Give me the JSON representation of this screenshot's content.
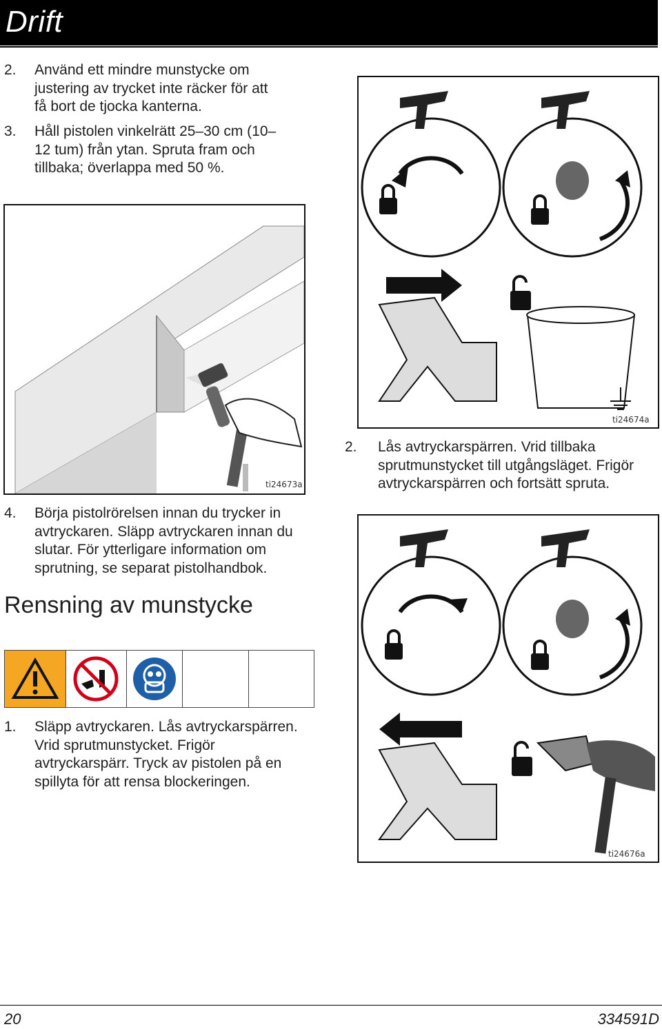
{
  "header": {
    "title": "Drift"
  },
  "steps_top": [
    {
      "num": "2.",
      "text": "Använd ett mindre munstycke om\njustering av trycket inte räcker för att\nfå bort de tjocka kanterna."
    },
    {
      "num": "3.",
      "text": "Håll pistolen vinkelrätt 25–30 cm (10–\n12 tum) från ytan. Spruta fram och\ntillbaka; överlappa med 50 %."
    },
    {
      "num": "4.",
      "text": "Börja pistolrörelsen innan du trycker in\navtryckaren. Släpp avtryckaren innan du\nslutar. För ytterligare information om\nsprutning, se separat pistolhandbok."
    }
  ],
  "section": {
    "title": "Rensning av munstycke"
  },
  "steps_right": [
    {
      "num": "2.",
      "text": "Lås avtryckarspärren. Vrid tillbaka\nsprutmunstycket till utgångsläget. Frigör\navtryckarspärren och fortsätt spruta."
    }
  ],
  "steps_bottom": [
    {
      "num": "1.",
      "text": "Släpp avtryckaren. Lås avtryckarspärren.\nVrid sprutmunstycket. Frigör\navtryckarspärr. Tryck av pistolen på en\nspillyta för att rensa blockeringen."
    }
  ],
  "figures": {
    "fig_wall": {
      "id": "ti24673a"
    },
    "fig_top_right": {
      "id": "ti24674a"
    },
    "fig_bottom_right": {
      "id": "ti24676a"
    }
  },
  "safety_icons": [
    "warning-icon",
    "no-hand-in-spray-icon",
    "wear-protection-icon"
  ],
  "colors": {
    "warning": "#f5a623",
    "prohibit": "#d0021b",
    "mandatory": "#1f5fa8"
  },
  "footer": {
    "page": "20",
    "doc": "334591D"
  }
}
